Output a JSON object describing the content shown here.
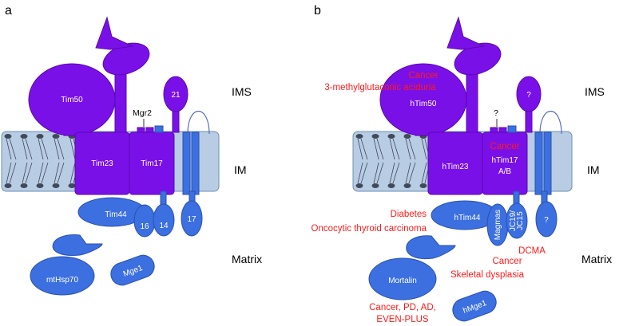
{
  "panels": {
    "a": {
      "label": "a",
      "proteins": {
        "tim50": "Tim50",
        "mgr2": "Mgr2",
        "tim21": "21",
        "tim23": "Tim23",
        "tim17": "Tim17",
        "tim44": "Tim44",
        "tim16": "16",
        "tim14": "14",
        "tim17b": "17",
        "hsp70": "mtHsp70",
        "mge1": "Mge1"
      },
      "compartments": {
        "ims": "IMS",
        "im": "IM",
        "matrix": "Matrix"
      }
    },
    "b": {
      "label": "b",
      "proteins": {
        "tim50": "hTim50",
        "mgr2": "?",
        "tim21": "?",
        "tim23": "hTim23",
        "tim17_l1": "hTim17",
        "tim17_l2": "A/B",
        "tim44": "hTim44",
        "magmas": "Magmas",
        "jc19": "JC19/",
        "jc15": "JC15",
        "tim17b": "?",
        "mortalin": "Mortalin",
        "mge1": "hMge1"
      },
      "diseases": {
        "cancer_tim50": "Cancer",
        "mga": "3-methylglutaconic aciduria",
        "cancer_tim17": "Cancer",
        "diabetes": "Diabetes",
        "oncocytic": "Oncocytic thyroid carcinoma",
        "dcma": "DCMA",
        "cancer_jc": "Cancer",
        "skeletal": "Skeletal dysplasia",
        "mortalin_1": "Cancer, PD, AD,",
        "mortalin_2": "EVEN-PLUS"
      },
      "compartments": {
        "ims": "IMS",
        "im": "IM",
        "matrix": "Matrix"
      }
    }
  },
  "colors": {
    "purple": "#7a10e8",
    "blue": "#3c6fe0",
    "membrane": "#b8cce4",
    "disease": "#ff1a1a"
  }
}
